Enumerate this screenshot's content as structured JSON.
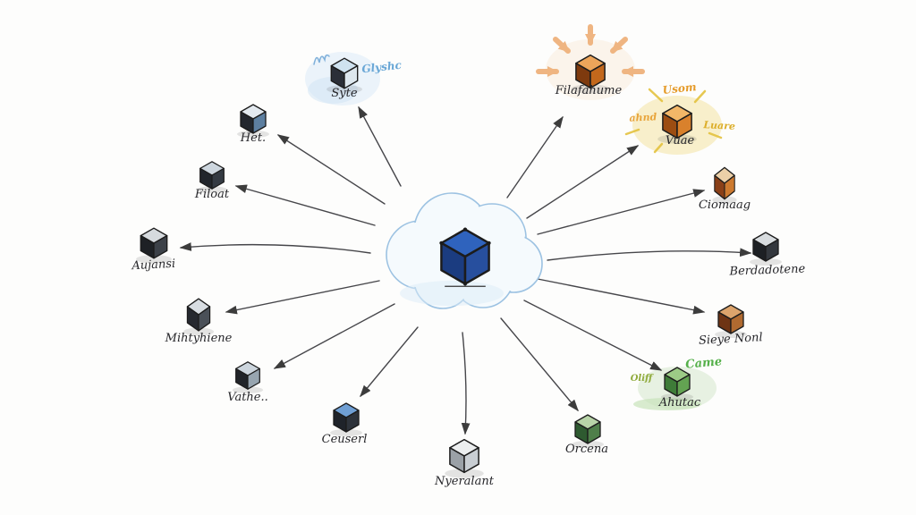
{
  "diagram": {
    "type": "hand-drawn hub-and-spoke diagram",
    "center": {
      "icon": "cloud-with-cube",
      "cube_color": "#2b5cb8",
      "cloud_stroke": "#9cc2e2"
    },
    "spoke_count": 15
  },
  "nodes": [
    {
      "id": "syte",
      "label": "Syte",
      "color": "#cfe2f0",
      "annotations": {
        "right": "Glyshc"
      },
      "annotation_color": "#69a7d6"
    },
    {
      "id": "het",
      "label": "Het.",
      "color": "#5d7fa0"
    },
    {
      "id": "filoat",
      "label": "Filoat",
      "color": "#343a42"
    },
    {
      "id": "aujansi",
      "label": "Aujansi",
      "color": "#3c4148"
    },
    {
      "id": "mihtyhiene",
      "label": "Mihtyhiene",
      "color": "#4a5058"
    },
    {
      "id": "vathe",
      "label": "Vathe..",
      "color": "#97a5b0"
    },
    {
      "id": "ceuserl",
      "label": "Ceuserl",
      "color": "#6f9fd4"
    },
    {
      "id": "nyeralant",
      "label": "Nyeralant",
      "color": "#c9ced3"
    },
    {
      "id": "orcena",
      "label": "Orcena",
      "color": "#4f7f4a"
    },
    {
      "id": "ahutac",
      "label": "Ahutac",
      "color": "#63a352",
      "annotations": {
        "left": "Oliff",
        "right": "Came"
      },
      "annotation_colors": {
        "left": "#8faa3a",
        "right": "#55b04a"
      }
    },
    {
      "id": "sieyenonl",
      "label": "Sieye Nonl",
      "color": "#b06a30"
    },
    {
      "id": "berdadotene",
      "label": "Berdadotene",
      "color": "#34383e"
    },
    {
      "id": "ciomaag",
      "label": "Ciomaag",
      "color": "#cd7a30"
    },
    {
      "id": "vuae",
      "label": "Vuae",
      "color": "#d9812c",
      "annotations": {
        "top": "Usom",
        "left": "ahnd",
        "right": "Luare"
      },
      "annotation_colors": {
        "top": "#e59b2a",
        "left": "#e8a43a",
        "right": "#dcae2a"
      }
    },
    {
      "id": "filafahume",
      "label": "Filafahume",
      "color": "#c3681c"
    }
  ],
  "palette": {
    "ink": "#46464a",
    "label_ink": "#26262a",
    "center_blue": "#2b5cb8",
    "wash_blue": "#dcebf7",
    "wash_yellow": "#f6e8b0",
    "wash_green": "#d9ead0",
    "wash_orange": "#f9e8d8",
    "ray_yellow": "#e2bf35",
    "ray_orange": "#efb27c"
  }
}
